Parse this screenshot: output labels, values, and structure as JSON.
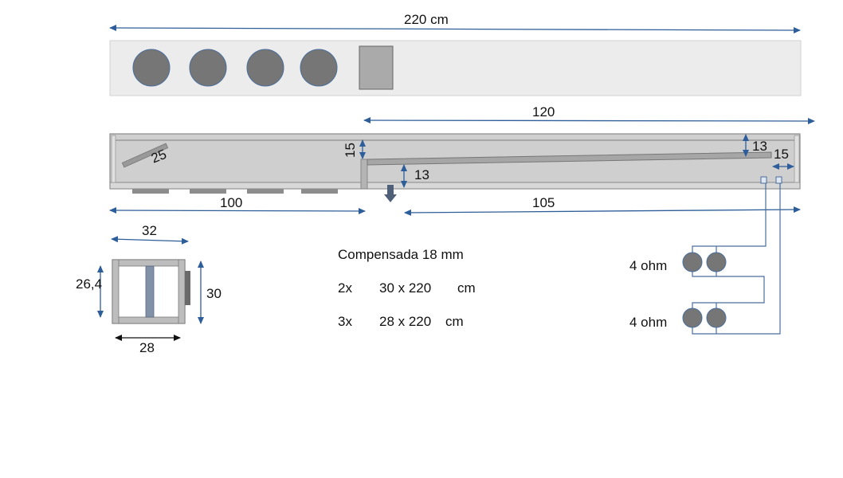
{
  "dimensions": {
    "total_length": "220 cm",
    "top_right_span": "120",
    "left_span": "100",
    "right_span": "105",
    "diagonal": "25",
    "left_height": "15",
    "gap_height": "13",
    "right_height": "13",
    "right_depth": "15"
  },
  "cross_section": {
    "width_top": "32",
    "height_inner": "26,4",
    "height_outer": "30",
    "width_bottom": "28"
  },
  "material": {
    "title": "Compensada 18 mm",
    "rows": [
      {
        "qty": "2x",
        "size": "30 x 220",
        "unit": "cm"
      },
      {
        "qty": "3x",
        "size": "28 x 220",
        "unit": "cm"
      }
    ]
  },
  "wiring": {
    "upper_label": "4 ohm",
    "lower_label": "4 ohm"
  },
  "colors": {
    "arrow": "#2e5e99",
    "panel": "#ececec",
    "speaker": "#767676",
    "box_fill": "#cfcfcf",
    "box_stroke": "#8a8a8a"
  }
}
